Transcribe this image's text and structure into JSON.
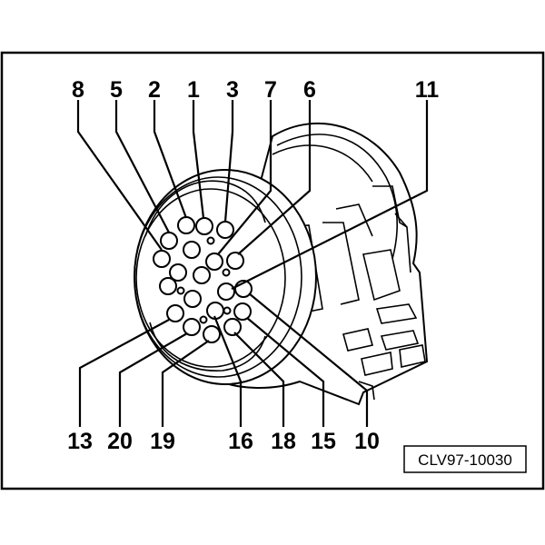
{
  "pin_labels": {
    "p8": "8",
    "p5": "5",
    "p2": "2",
    "p1": "1",
    "p3": "3",
    "p7": "7",
    "p6": "6",
    "p11": "11",
    "p13": "13",
    "p20": "20",
    "p19": "19",
    "p16": "16",
    "p18": "18",
    "p15": "15",
    "p10": "10"
  },
  "figure_id": "CLV97-10030"
}
